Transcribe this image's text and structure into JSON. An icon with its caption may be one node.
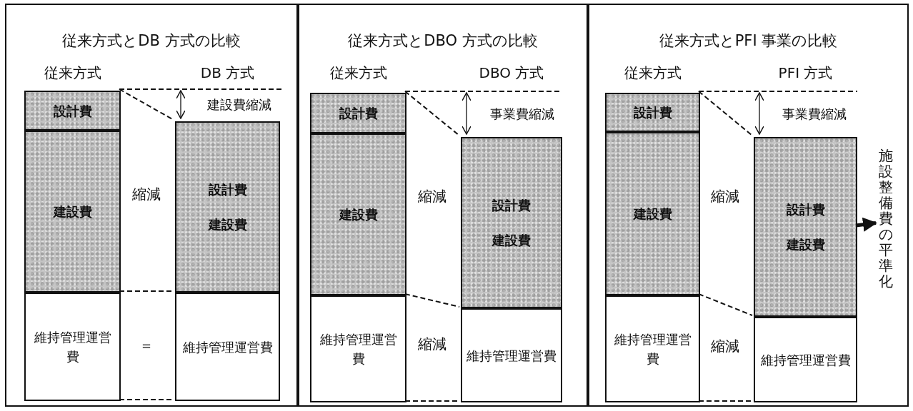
{
  "diagram": {
    "nodes": [
      {
        "text": [
          "従来方式とDB 方式の比較",
          "従来方式",
          "DB 方式"
        ]
      },
      {
        "text": [
          "設計費"
        ],
        "in": 0
      },
      {
        "text": [
          "建設費"
        ],
        "in": 0
      },
      {
        "text": [
          "維持管理運営費"
        ],
        "in": 0
      },
      {
        "text": [
          "設計費",
          "建設費"
        ],
        "in": 0
      },
      {
        "text": [
          "維持管理運営費"
        ],
        "in": 0
      },
      {
        "text": [
          "従来方式とDBO 方式の比較",
          "従来方式",
          "DBO 方式"
        ]
      },
      {
        "text": [
          "設計費"
        ],
        "in": 6
      },
      {
        "text": [
          "建設費"
        ],
        "in": 6
      },
      {
        "text": [
          "維持管理運営費"
        ],
        "in": 6
      },
      {
        "text": [
          "設計費",
          "建設費"
        ],
        "in": 6
      },
      {
        "text": [
          "維持管理運営費"
        ],
        "in": 6
      },
      {
        "text": [
          "従来方式とPFI 事業の比較",
          "従来方式",
          "PFI 方式"
        ]
      },
      {
        "text": [
          "設計費"
        ],
        "in": 12
      },
      {
        "text": [
          "建設費"
        ],
        "in": 12
      },
      {
        "text": [
          "維持管理運営費"
        ],
        "in": 12
      },
      {
        "text": [
          "設計費",
          "建設費"
        ],
        "in": 12
      },
      {
        "text": [
          "維持管理運営費"
        ],
        "in": 12
      },
      {
        "text": [
          "施設整備費の平準化"
        ],
        "in": 12
      }
    ],
    "edges": [
      {
        "from": 16,
        "to": 18,
        "arrow": "to",
        "style": "thick"
      },
      {
        "from": 1,
        "to": 4,
        "arrow": "none",
        "style": "dashed"
      },
      {
        "from": 3,
        "to": 4,
        "arrow": "none",
        "style": "dashed"
      },
      {
        "from": 3,
        "to": 5,
        "arrow": "none",
        "style": "dashed"
      },
      {
        "from": 7,
        "to": 10,
        "arrow": "none",
        "style": "dashed"
      },
      {
        "from": 9,
        "to": 10,
        "arrow": "none",
        "style": "dashed"
      },
      {
        "from": 9,
        "to": 11,
        "arrow": "none",
        "style": "dashed"
      },
      {
        "from": 13,
        "to": 16,
        "arrow": "none",
        "style": "dashed"
      },
      {
        "from": 15,
        "to": 16,
        "arrow": "none",
        "style": "dashed"
      },
      {
        "from": 15,
        "to": 17,
        "arrow": "none",
        "style": "dashed"
      }
    ],
    "labels": [
      "縮減",
      "＝",
      "建設費縮減",
      "縮減",
      "縮減",
      "事業費縮減",
      "縮減",
      "縮減",
      "事業費縮減"
    ]
  }
}
